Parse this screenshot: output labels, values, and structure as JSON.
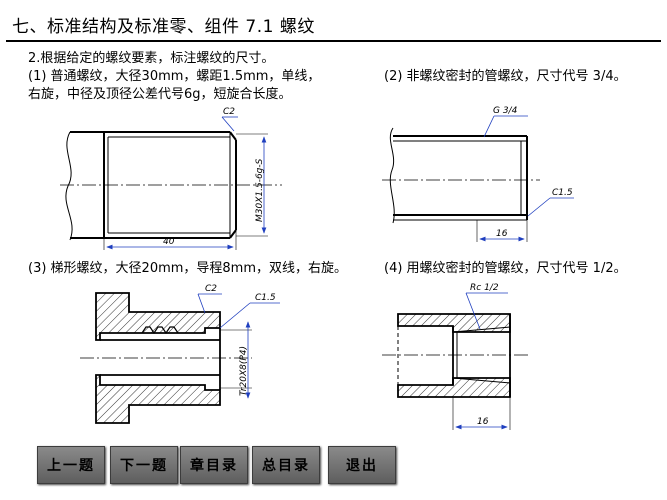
{
  "header": {
    "title": "七、标准结构及标准零、组件    7.1 螺纹"
  },
  "question": "2.根据给定的螺纹要素，标注螺纹的尺寸。",
  "items": [
    {
      "line1": "(1)  普通螺纹，大径30mm，螺距1.5mm，单线，",
      "line2": "右旋，中径及顶径公差代号6g，短旋合长度。"
    },
    {
      "line1": "(2) 非螺纹密封的管螺纹，尺寸代号 3/4。"
    },
    {
      "line1": "(3) 梯形螺纹，大径20mm，导程8mm，双线，右旋。"
    },
    {
      "line1": "(4) 用螺纹密封的管螺纹，尺寸代号 1/2。"
    }
  ],
  "annotations": {
    "d1_chamfer": "C2",
    "d1_thread": "M30X1.5-6g-S",
    "d1_length": "40",
    "d2_thread": "G 3/4",
    "d2_chamfer": "C1.5",
    "d2_length": "16",
    "d3_chamfer1": "C2",
    "d3_chamfer2": "C1.5",
    "d3_thread": "Tr20X8(P4)",
    "d4_thread": "Rc 1/2",
    "d4_length": "16"
  },
  "nav": {
    "prev": "上一题",
    "next": "下一题",
    "chapter": "章目录",
    "contents": "总目录",
    "exit": "退出"
  },
  "colors": {
    "dimension": "#1f3fbf",
    "hatch": "#000000",
    "nav_bg": "#6e6e6e"
  }
}
